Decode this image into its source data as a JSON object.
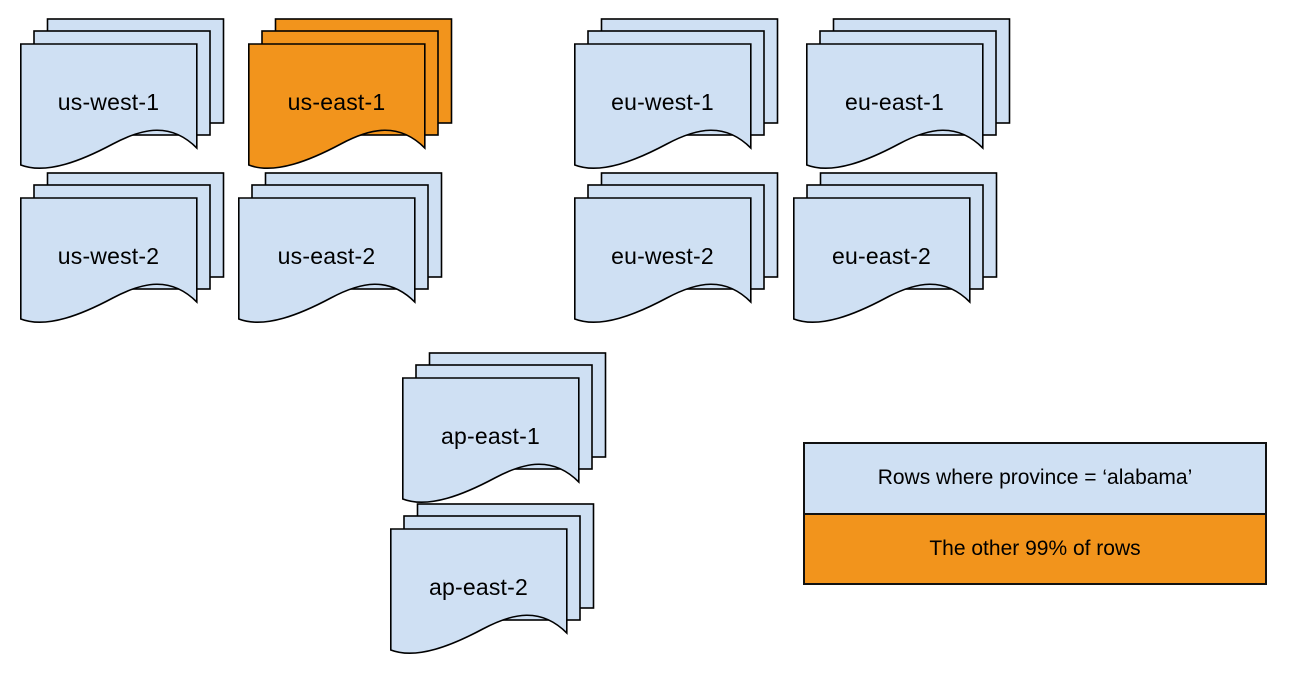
{
  "colors": {
    "blue": "#cfe0f3",
    "orange": "#f2941c",
    "stroke": "#000000",
    "background": "#ffffff"
  },
  "stacks": [
    {
      "label": "us-west-1",
      "highlighted": false
    },
    {
      "label": "us-east-1",
      "highlighted": true
    },
    {
      "label": "eu-west-1",
      "highlighted": false
    },
    {
      "label": "eu-east-1",
      "highlighted": false
    },
    {
      "label": "us-west-2",
      "highlighted": false
    },
    {
      "label": "us-east-2",
      "highlighted": false
    },
    {
      "label": "eu-west-2",
      "highlighted": false
    },
    {
      "label": "eu-east-2",
      "highlighted": false
    },
    {
      "label": "ap-east-1",
      "highlighted": false
    },
    {
      "label": "ap-east-2",
      "highlighted": false
    }
  ],
  "legend": {
    "items": [
      {
        "label": "Rows where province = ‘alabama’",
        "color": "blue"
      },
      {
        "label": "The other 99% of rows",
        "color": "orange"
      }
    ]
  }
}
